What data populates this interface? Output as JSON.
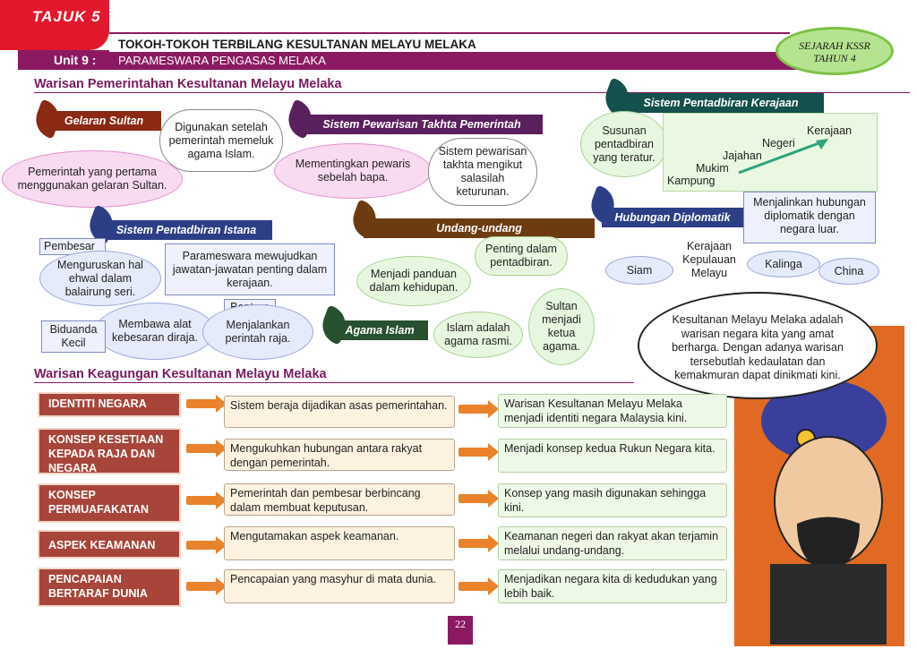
{
  "header": {
    "tajuk": "TAJUK 5",
    "title": "TOKOH-TOKOH TERBILANG KESULTANAN MELAYU MELAKA",
    "unit": "Unit 9 :",
    "subtitle": "PARAMESWARA PENGASAS MELAKA",
    "badge_line1": "SEJARAH KSSR",
    "badge_line2": "TAHUN 4"
  },
  "section1": {
    "title": "Warisan Pemerintahan Kesultanan Melayu Melaka",
    "gelaran": {
      "banner": "Gelaran Sultan",
      "desc1": "Digunakan setelah pemerintah memeluk agama Islam.",
      "desc2": "Pemerintah yang pertama menggunakan gelaran Sultan."
    },
    "pewarisan": {
      "banner": "Sistem Pewarisan Takhta Pemerintah",
      "desc1": "Mementingkan pewaris sebelah bapa.",
      "desc2": "Sistem pewarisan takhta mengikut salasilah keturunan."
    },
    "pentadbiran_kerajaan": {
      "banner": "Sistem Pentadbiran Kerajaan",
      "desc": "Susunan pentadbiran yang teratur.",
      "levels": [
        "Kampung",
        "Mukim",
        "Jajahan",
        "Negeri",
        "Kerajaan"
      ]
    },
    "istana": {
      "banner": "Sistem Pentadbiran Istana",
      "pembesar": "Pembesar",
      "bentara": "Bentara",
      "biduanda": "Biduanda Kecil",
      "desc_main": "Parameswara mewujudkan jawatan-jawatan penting dalam kerajaan.",
      "desc_pembesar": "Menguruskan hal ehwal dalam balairung seri.",
      "desc_biduanda": "Membawa alat kebesaran diraja.",
      "desc_bentara": "Menjalankan perintah raja."
    },
    "undang": {
      "banner": "Undang-undang",
      "desc1": "Menjadi panduan dalam kehidupan.",
      "desc2": "Penting dalam pentadbiran."
    },
    "diplomatik": {
      "banner": "Hubungan Diplomatik",
      "desc": "Menjalinkan hubungan diplomatik dengan negara luar.",
      "centre": "Kerajaan Kepulauan Melayu",
      "siam": "Siam",
      "kalinga": "Kalinga",
      "china": "China"
    },
    "islam": {
      "banner": "Agama Islam",
      "desc1": "Islam adalah agama rasmi.",
      "desc2": "Sultan menjadi ketua agama."
    }
  },
  "speech": "Kesultanan Melayu Melaka adalah warisan negara kita yang amat berharga. Dengan adanya warisan tersebutlah kedaulatan dan kemakmuran dapat dinikmati kini.",
  "section2": {
    "title": "Warisan Keagungan Kesultanan Melayu Melaka",
    "rows": [
      {
        "label": "IDENTITI NEGARA",
        "mid": "Sistem beraja dijadikan asas pemerintahan.",
        "right": "Warisan Kesultanan Melayu Melaka menjadi identiti negara Malaysia kini."
      },
      {
        "label": "KONSEP KESETIAAN KEPADA RAJA DAN NEGARA",
        "mid": "Mengukuhkan hubungan antara rakyat dengan pemerintah.",
        "right": "Menjadi konsep kedua Rukun Negara kita."
      },
      {
        "label": "KONSEP PERMUAFAKATAN",
        "mid": "Pemerintah dan pembesar berbincang dalam membuat keputusan.",
        "right": "Konsep yang masih digunakan sehingga kini."
      },
      {
        "label": "ASPEK KEAMANAN",
        "mid": "Mengutamakan aspek keamanan.",
        "right": "Keamanan negeri dan rakyat akan terjamin melalui undang-undang."
      },
      {
        "label": "PENCAPAIAN BERTARAF DUNIA",
        "mid": "Pencapaian yang masyhur di mata dunia.",
        "right": "Menjadikan negara kita di kedudukan yang lebih baik."
      }
    ]
  },
  "page_number": "22"
}
